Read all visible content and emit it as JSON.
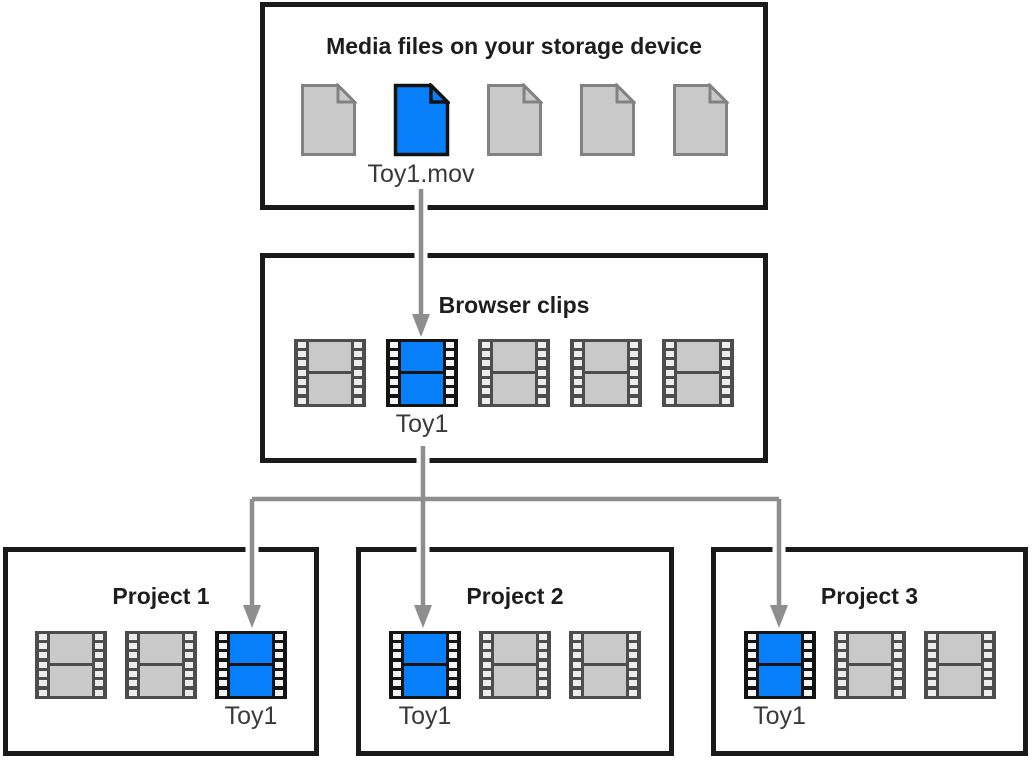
{
  "colors": {
    "highlight_blue": "#077ffa",
    "media_gray": "#c9c9c9",
    "box_border_black": "#1a1a1a",
    "arrow_gray": "#8e8e8e",
    "title_text": "#1d1d1f",
    "label_text": "#3a3a3c"
  },
  "storage_box": {
    "title": "Media files on your storage device",
    "files": [
      {
        "icon": "document-file-icon",
        "state": "normal"
      },
      {
        "icon": "document-file-icon",
        "state": "highlighted",
        "label": "Toy1.mov"
      },
      {
        "icon": "document-file-icon",
        "state": "normal"
      },
      {
        "icon": "document-file-icon",
        "state": "normal"
      },
      {
        "icon": "document-file-icon",
        "state": "normal"
      }
    ]
  },
  "browser_box": {
    "title": "Browser clips",
    "clips": [
      {
        "icon": "filmstrip-clip-icon",
        "state": "normal"
      },
      {
        "icon": "filmstrip-clip-icon",
        "state": "highlighted",
        "label": "Toy1"
      },
      {
        "icon": "filmstrip-clip-icon",
        "state": "normal"
      },
      {
        "icon": "filmstrip-clip-icon",
        "state": "normal"
      },
      {
        "icon": "filmstrip-clip-icon",
        "state": "normal"
      }
    ]
  },
  "project_boxes": [
    {
      "title": "Project 1",
      "clips": [
        {
          "icon": "filmstrip-clip-icon",
          "state": "normal"
        },
        {
          "icon": "filmstrip-clip-icon",
          "state": "normal"
        },
        {
          "icon": "filmstrip-clip-icon",
          "state": "highlighted",
          "label": "Toy1"
        }
      ]
    },
    {
      "title": "Project 2",
      "clips": [
        {
          "icon": "filmstrip-clip-icon",
          "state": "highlighted",
          "label": "Toy1"
        },
        {
          "icon": "filmstrip-clip-icon",
          "state": "normal"
        },
        {
          "icon": "filmstrip-clip-icon",
          "state": "normal"
        }
      ]
    },
    {
      "title": "Project 3",
      "clips": [
        {
          "icon": "filmstrip-clip-icon",
          "state": "highlighted",
          "label": "Toy1"
        },
        {
          "icon": "filmstrip-clip-icon",
          "state": "normal"
        },
        {
          "icon": "filmstrip-clip-icon",
          "state": "normal"
        }
      ]
    }
  ]
}
